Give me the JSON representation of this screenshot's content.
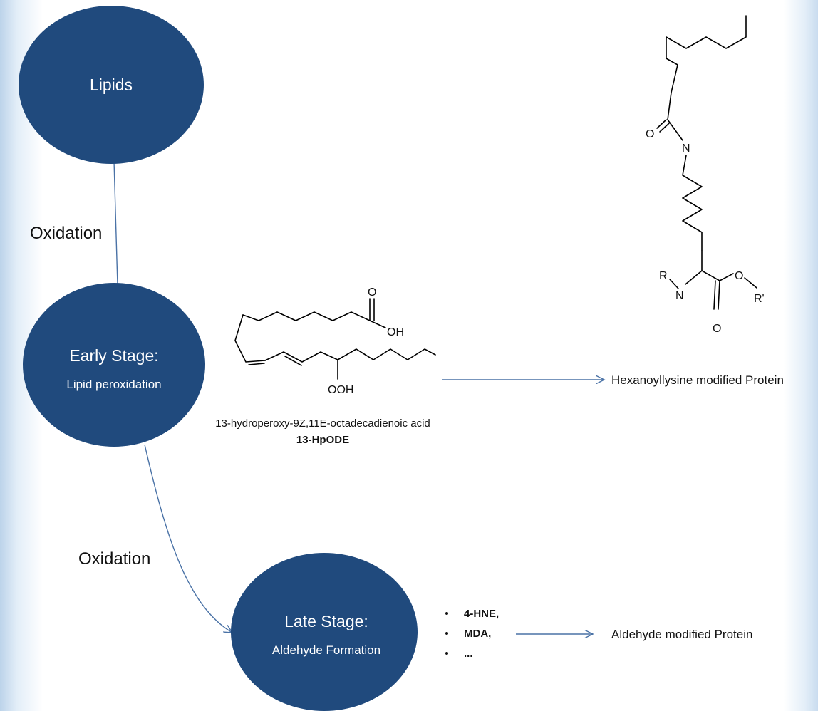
{
  "nodes": {
    "lipids": {
      "title": "Lipids"
    },
    "early": {
      "title": "Early Stage:",
      "subtitle": "Lipid peroxidation"
    },
    "late": {
      "title": "Late Stage:",
      "subtitle": "Aldehyde Formation"
    }
  },
  "edges": {
    "top_label": "Oxidation",
    "bottom_label": "Oxidation"
  },
  "compound_13hpode": {
    "name": "13-hydroperoxy-9Z,11E-octadecadienoic acid",
    "abbreviation": "13-HpODE",
    "atoms": {
      "carbonyl_o": "O",
      "acid_oh": "OH",
      "hydroperoxy": "OOH"
    }
  },
  "hexanoyllysine": {
    "atoms": {
      "o_amide": "O",
      "n_amide": "N",
      "r": "R",
      "n_alpha": "N",
      "o_ester": "O",
      "r_prime": "R'",
      "o_carbonyl": "O"
    }
  },
  "outputs": {
    "hexanoyllysine_protein": "Hexanoyllysine modified Protein",
    "aldehyde_protein": "Aldehyde modified Protein"
  },
  "aldehydes": [
    "4-HNE,",
    "MDA,",
    "..."
  ],
  "colors": {
    "node_fill": "#204a7d",
    "connector": "#4a72a6",
    "text": "#111111"
  }
}
